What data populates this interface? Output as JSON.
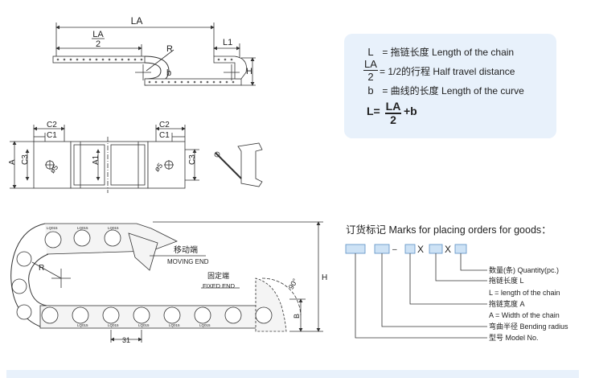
{
  "legend": {
    "l_sym": "L",
    "l_text": "= 拖链长度  Length of the chain",
    "half_num": "LA",
    "half_den": "2",
    "half_text": "= 1/2的行程  Half travel distance",
    "b_sym": "b",
    "b_text": "= 曲线的长度  Length of the curve",
    "formula_lhs": "L=",
    "formula_num": "LA",
    "formula_den": "2",
    "formula_rhs": "+b"
  },
  "top_diagram": {
    "la": "LA",
    "la_half_num": "LA",
    "la_half_den": "2",
    "r": "R",
    "b": "b",
    "l1": "L1",
    "h": "H"
  },
  "side_views": {
    "c2_left": "C2",
    "c1_left": "C1",
    "c2_right": "C2",
    "c1_right": "C1",
    "a_left": "A",
    "c3_left": "C3",
    "a1": "A1",
    "c3_right": "C3",
    "hole_left": "ø5",
    "hole_right": "ø5"
  },
  "chain_view": {
    "moving_cn": "移动端",
    "moving_en": "MOVING END",
    "fixed_cn": "固定端",
    "fixed_en": "FIXED END",
    "r": "R",
    "angle": "90°",
    "h": "H",
    "b": "B",
    "pitch": "31",
    "link_label": "LQ015"
  },
  "order": {
    "title": "订货标记 Marks for placing orders for goods：",
    "dash": "–",
    "x1": "X",
    "x2": "X",
    "items": [
      "数量(条) Quantity(pc.)",
      "拖链长度 L",
      "L = length of the chain",
      "拖链宽度 A",
      "A = Width of the chain",
      "弯曲半径 Bending radius",
      "型号 Model No."
    ]
  },
  "colors": {
    "panel": "#e8f1fb",
    "box_fill": "#cde2f5",
    "box_stroke": "#5a8fc4",
    "line": "#333333"
  }
}
